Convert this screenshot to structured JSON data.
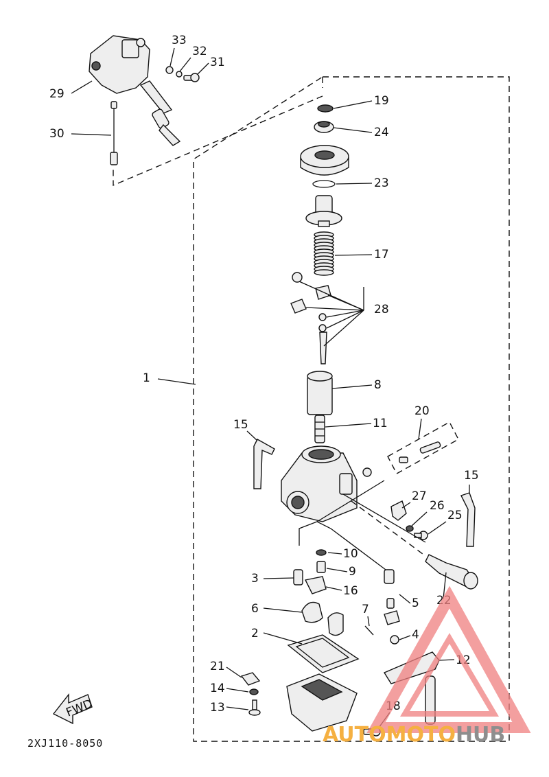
{
  "diagram": {
    "code": "2XJ110-8050",
    "fwd_label": "FWD",
    "callouts": [
      {
        "id": "c1",
        "text": "1"
      },
      {
        "id": "c2",
        "text": "2"
      },
      {
        "id": "c3",
        "text": "3"
      },
      {
        "id": "c4",
        "text": "4"
      },
      {
        "id": "c5",
        "text": "5"
      },
      {
        "id": "c6",
        "text": "6"
      },
      {
        "id": "c7",
        "text": "7"
      },
      {
        "id": "c8",
        "text": "8"
      },
      {
        "id": "c9",
        "text": "9"
      },
      {
        "id": "c10",
        "text": "10"
      },
      {
        "id": "c11",
        "text": "11"
      },
      {
        "id": "c12",
        "text": "12"
      },
      {
        "id": "c13",
        "text": "13"
      },
      {
        "id": "c14",
        "text": "14"
      },
      {
        "id": "c15a",
        "text": "15"
      },
      {
        "id": "c15b",
        "text": "15"
      },
      {
        "id": "c16",
        "text": "16"
      },
      {
        "id": "c17",
        "text": "17"
      },
      {
        "id": "c18",
        "text": "18"
      },
      {
        "id": "c19",
        "text": "19"
      },
      {
        "id": "c20",
        "text": "20"
      },
      {
        "id": "c21",
        "text": "21"
      },
      {
        "id": "c22",
        "text": "22"
      },
      {
        "id": "c23",
        "text": "23"
      },
      {
        "id": "c24",
        "text": "24"
      },
      {
        "id": "c25",
        "text": "25"
      },
      {
        "id": "c26",
        "text": "26"
      },
      {
        "id": "c27",
        "text": "27"
      },
      {
        "id": "c28",
        "text": "28"
      },
      {
        "id": "c29",
        "text": "29"
      },
      {
        "id": "c30",
        "text": "30"
      },
      {
        "id": "c31",
        "text": "31"
      },
      {
        "id": "c32",
        "text": "32"
      },
      {
        "id": "c33",
        "text": "33"
      }
    ]
  },
  "watermark": {
    "part1": "AUTOMOTO",
    "part2": "HUB",
    "color_red": "#f08080",
    "color_orange": "#f5b041",
    "color_gray": "#8e8e8e"
  }
}
